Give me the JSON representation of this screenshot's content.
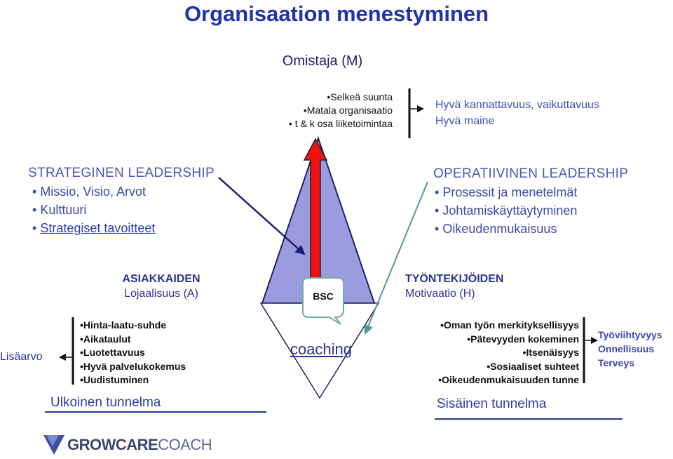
{
  "title": "Organisaation menestyminen",
  "owner": "Omistaja (M)",
  "top_list": [
    "•Selkeä suunta",
    "•Matala organisaatio",
    "•  t & k osa liiketoimintaa"
  ],
  "results": [
    "Hyvä kannattavuus, vaikuttavuus",
    "Hyvä maine"
  ],
  "strategic": {
    "heading": "STRATEGINEN LEADERSHIP",
    "items": [
      "Missio, Visio, Arvot",
      "Kulttuuri",
      "Strategiset tavoitteet"
    ]
  },
  "operative": {
    "heading": "OPERATIIVINEN LEADERSHIP",
    "items": [
      "Prosessit ja menetelmät",
      "Johtamiskäyttäytyminen",
      "Oikeudenmukaisuus"
    ]
  },
  "customers": {
    "heading": "ASIAKKAIDEN",
    "sub": "Lojaalisuus (A)"
  },
  "employees": {
    "heading": "TYÖNTEKIJÖIDEN",
    "sub": "Motivaatio (H)"
  },
  "bsc": "BSC",
  "coaching": "coaching",
  "added_value": "Lisäarvo",
  "customer_list": [
    "•Hinta-laatu-suhde",
    "•Aikataulut",
    "•Luotettavuus",
    "•Hyvä palvelukokemus",
    "•Uudistuminen"
  ],
  "employee_list": [
    "•Oman työn merkityksellisyys",
    "•Pätevyyden kokeminen",
    "•Itsenäisyys",
    "•Sosiaaliset suhteet",
    "•Oikeudenmukaisuuden tunne"
  ],
  "wellbeing": [
    "Työviihtyvyys",
    "Onnellisuus",
    "Terveys"
  ],
  "external_tunnel": "Ulkoinen tunnelma",
  "internal_tunnel": "Sisäinen tunnelma",
  "logo": {
    "part1": "GROWCARE",
    "part2": "COACH"
  },
  "colors": {
    "title": "#2233aa",
    "triangle": "#9b9ce0",
    "red_arrow": "#ee1111",
    "text_blue": "#3e4fae"
  }
}
